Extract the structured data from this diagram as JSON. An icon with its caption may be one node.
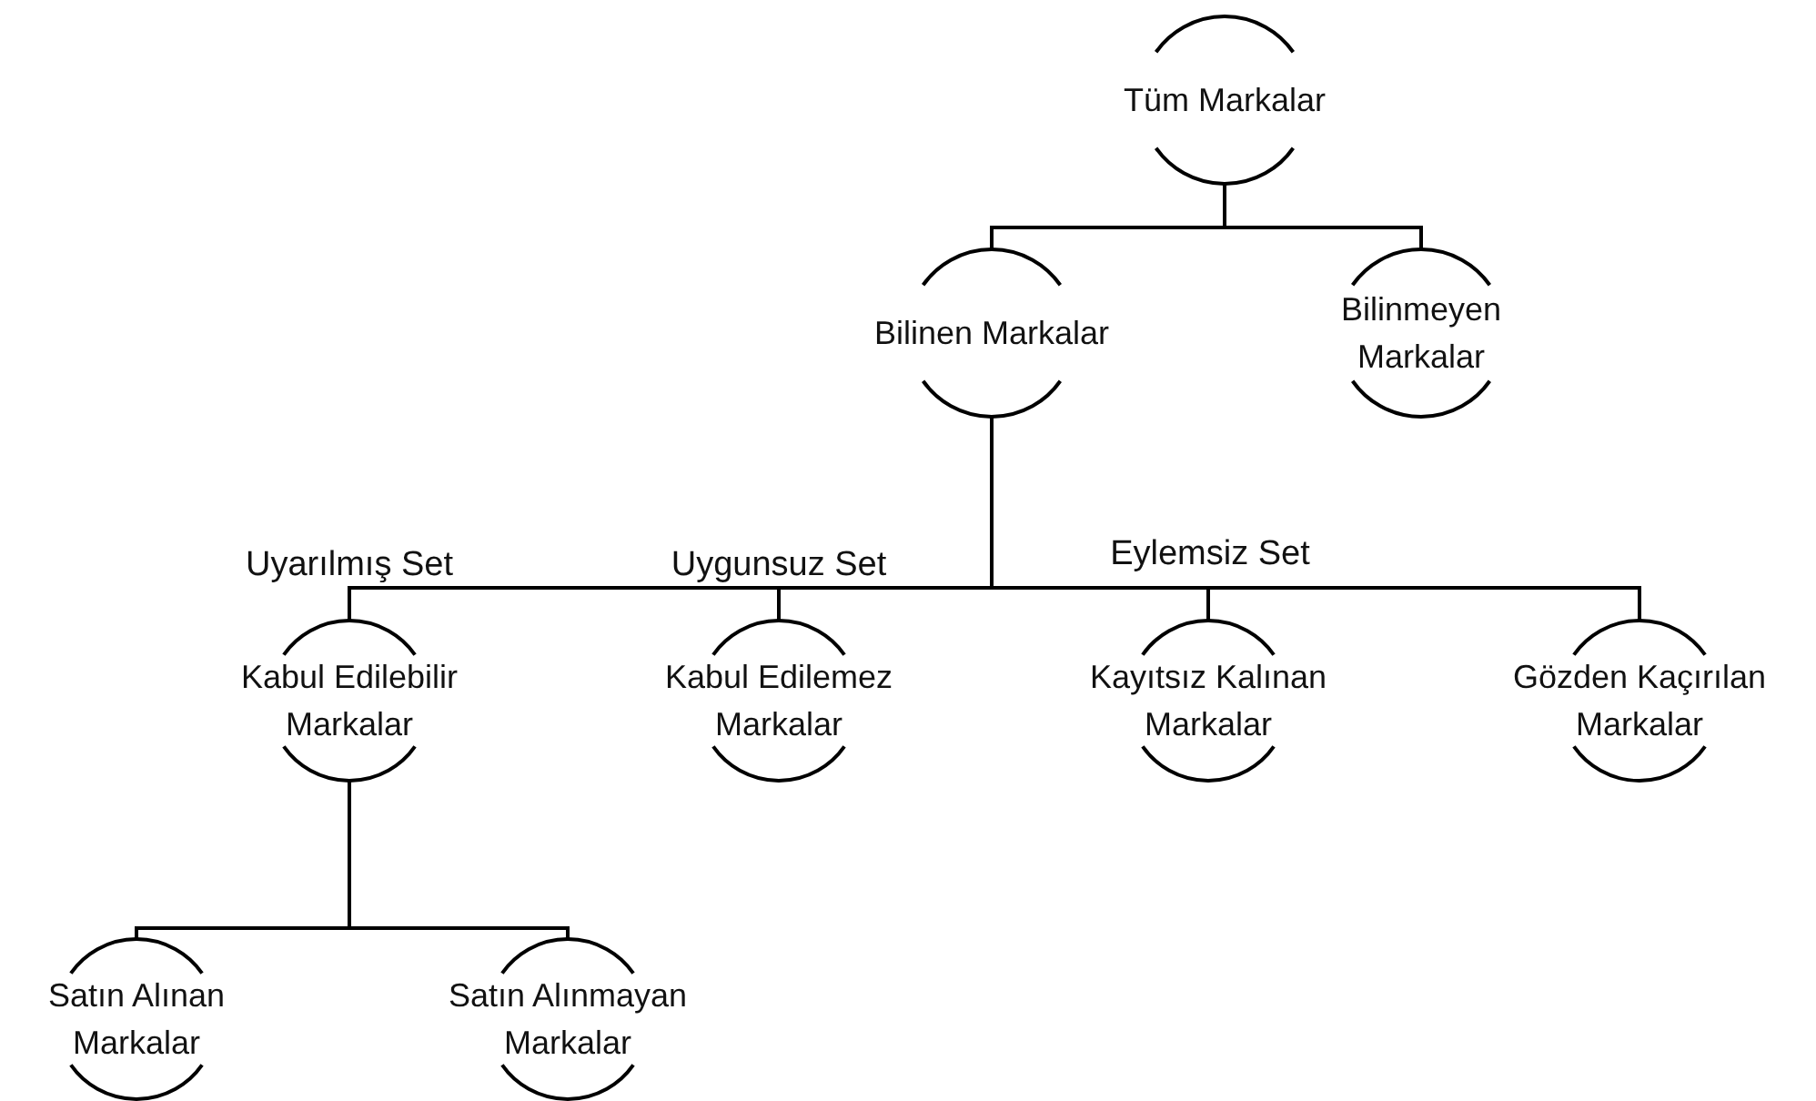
{
  "diagram": {
    "nodes": [
      {
        "text": [
          "Tüm Markalar"
        ]
      },
      {
        "text": [
          "Bilinen Markalar"
        ]
      },
      {
        "text": [
          "Bilinmeyen Markalar"
        ]
      },
      {
        "text": [
          "Kabul Edilebilir Markalar"
        ]
      },
      {
        "text": [
          "Kabul Edilemez Markalar"
        ]
      },
      {
        "text": [
          "Kayıtsız Kalınan Markalar"
        ]
      },
      {
        "text": [
          "Gözden Kaçırılan Markalar"
        ]
      },
      {
        "text": [
          "Satın Alınan Markalar"
        ]
      },
      {
        "text": [
          "Satın Alınmayan Markalar"
        ]
      }
    ],
    "edges": [
      {
        "from": 0,
        "to": 1,
        "arrow": "none"
      },
      {
        "from": 0,
        "to": 2,
        "arrow": "none"
      },
      {
        "from": 1,
        "to": 3,
        "arrow": "none"
      },
      {
        "from": 1,
        "to": 4,
        "arrow": "none"
      },
      {
        "from": 1,
        "to": 5,
        "arrow": "none"
      },
      {
        "from": 1,
        "to": 6,
        "arrow": "none"
      },
      {
        "from": 3,
        "to": 7,
        "arrow": "none"
      },
      {
        "from": 3,
        "to": 8,
        "arrow": "none"
      }
    ],
    "labels": [
      "Uyarılmış Set",
      "Uygunsuz Set",
      "Eylemsiz Set"
    ]
  }
}
